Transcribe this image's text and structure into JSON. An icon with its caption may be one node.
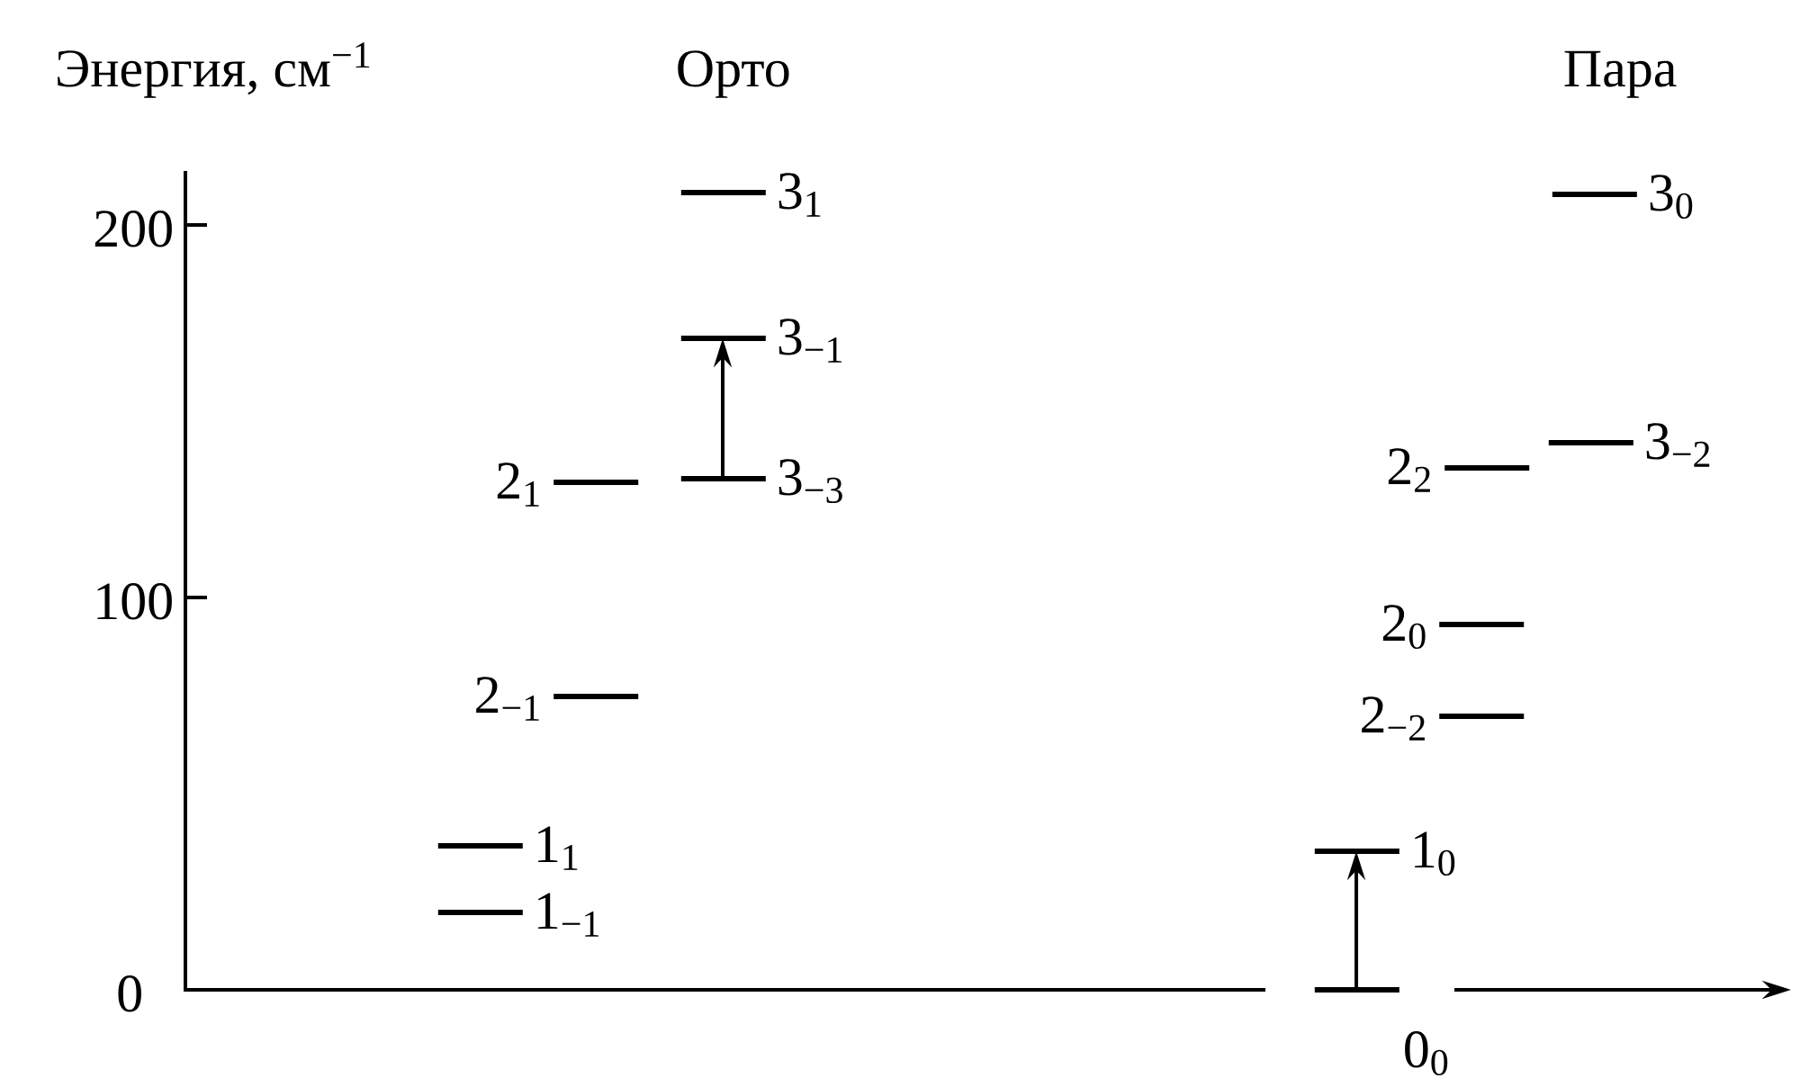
{
  "diagram": {
    "nodes": [
      {
        "text": [
          "3$_{1}$"
        ]
      },
      {
        "text": [
          "3$_{−1}$"
        ]
      },
      {
        "text": [
          "2$_{1}$"
        ]
      },
      {
        "text": [
          "3$_{−3}$"
        ]
      },
      {
        "text": [
          "2$_{−1}$"
        ]
      },
      {
        "text": [
          "1$_{1}$"
        ]
      },
      {
        "text": [
          "1$_{−1}$"
        ]
      },
      {
        "text": [
          "3$_{0}$"
        ]
      },
      {
        "text": [
          "3$_{−2}$"
        ]
      },
      {
        "text": [
          "2$_{2}$"
        ]
      },
      {
        "text": [
          "2$_{0}$"
        ]
      },
      {
        "text": [
          "2$_{−2}$"
        ]
      },
      {
        "text": [
          "1$_{0}$"
        ]
      },
      {
        "text": [
          "0$_{0}$"
        ]
      }
    ],
    "edges": [
      {
        "from": 3,
        "to": 1,
        "arrow": "to"
      },
      {
        "from": 13,
        "to": 12,
        "arrow": "to"
      }
    ],
    "labels": [
      "Энергия, см$^{−1}$",
      "Орто",
      "Пара",
      "200",
      "100",
      "0"
    ]
  }
}
